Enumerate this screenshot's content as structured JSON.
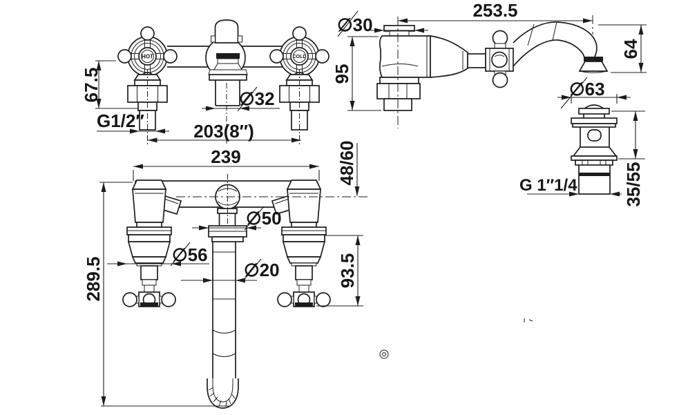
{
  "drawing": {
    "front_view": {
      "hot_label": "HOT",
      "cold_label": "COLD",
      "body_height": "67.5",
      "inlet_thread": "G1/2″",
      "spout_dia": "∅32",
      "hole_centers": "203(8″)"
    },
    "side_view": {
      "escutcheon_dia": "∅30",
      "spout_reach": "253.5",
      "body_depth": "95",
      "spout_drop": "64"
    },
    "drain_view": {
      "flange_dia": "∅63",
      "waste_thread": "G 1″1/4",
      "clamp_range": "35/55"
    },
    "bottom_view": {
      "overall_width": "239",
      "deck_range": "48/60",
      "flange_dia": "∅50",
      "escutcheon_dia": "∅56",
      "tube_dia": "∅20",
      "handle_height": "93.5",
      "overall_height": "289.5"
    }
  }
}
